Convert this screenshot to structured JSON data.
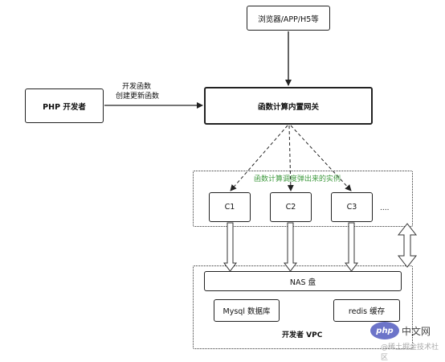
{
  "nodes": {
    "browser": "浏览器/APP/H5等",
    "developer": "PHP 开发者",
    "gateway": "函数计算内置网关",
    "c1": "C1",
    "c2": "C2",
    "c3": "C3",
    "ellipsis": "....",
    "nas": "NAS 盘",
    "mysql": "Mysql 数据库",
    "redis": "redis 缓存"
  },
  "edges": {
    "dev_to_gateway_line1": "开发函数",
    "dev_to_gateway_line2": "创建更新函数"
  },
  "groups": {
    "instances_label": "函数计算调度弹出来的实例",
    "vpc_label": "开发者 VPC"
  },
  "watermark": {
    "logo": "php",
    "brand": "中文网",
    "signature": "@稀土掘金技术社区"
  },
  "colors": {
    "instances_label": "#3f9a3f",
    "watermark_logo": "#6c74c9"
  }
}
